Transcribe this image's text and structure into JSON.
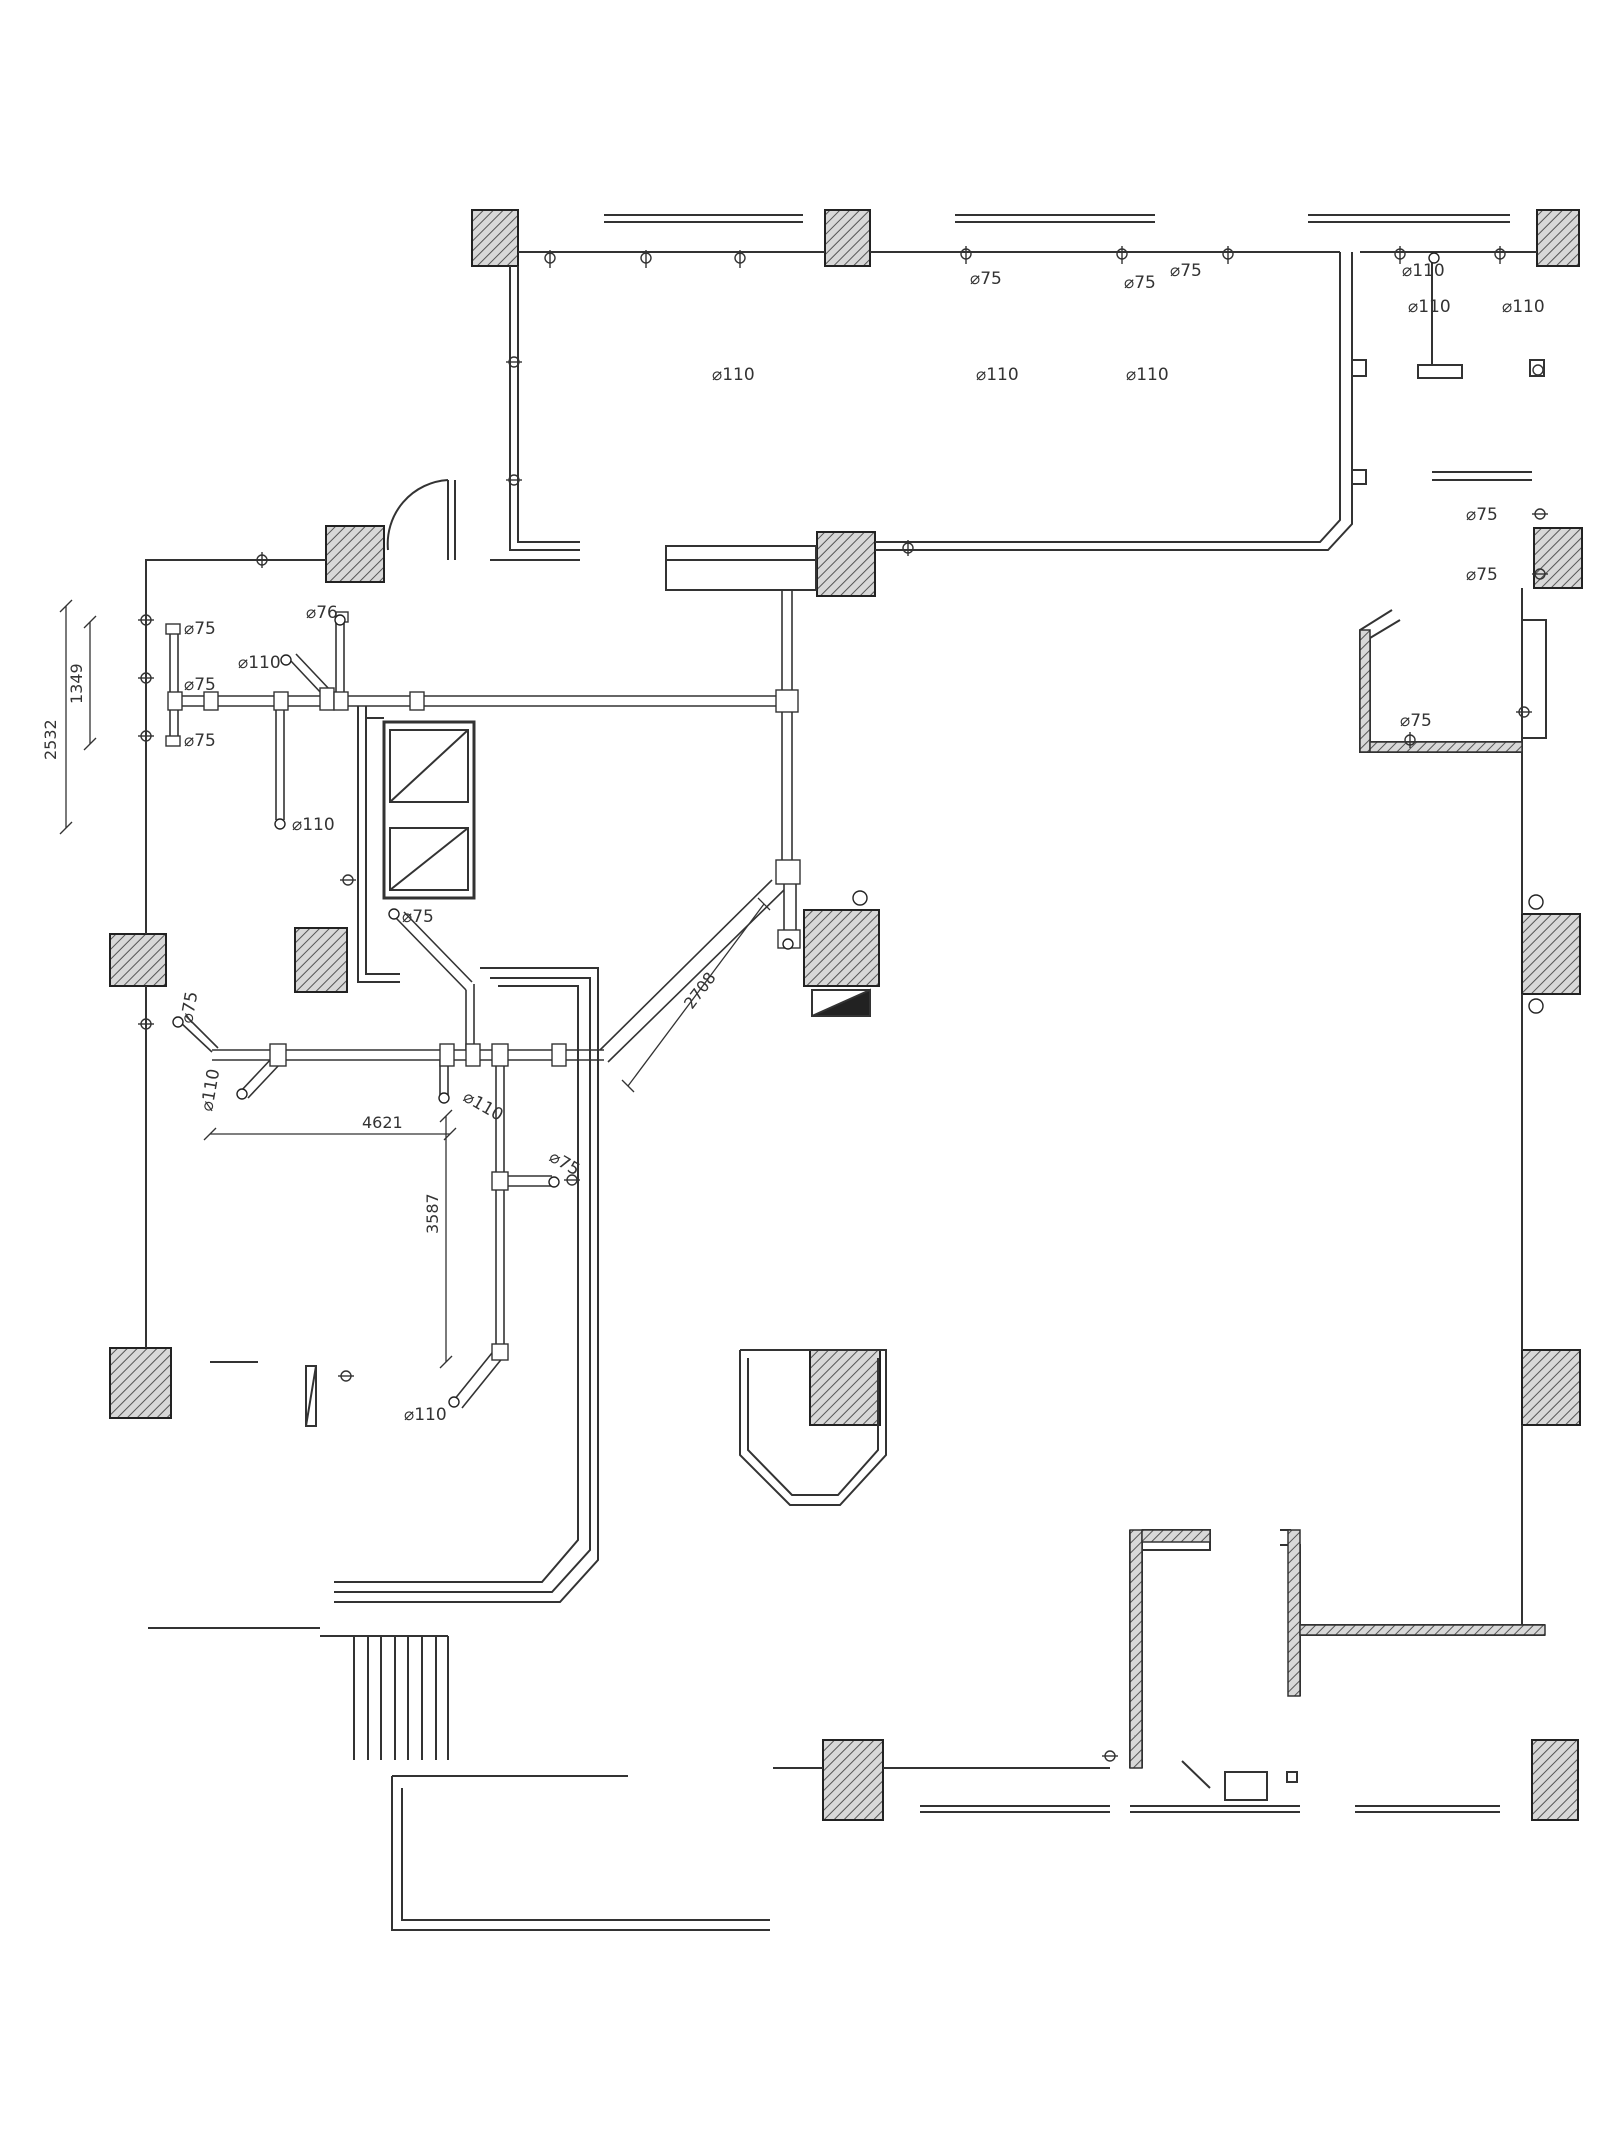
{
  "pipes": {
    "top_d75_a": "⌀75",
    "top_d75_b": "⌀75",
    "top_d75_c": "⌀75",
    "top_d110_a": "⌀110",
    "top_d110_b": "⌀110",
    "top_d110_c": "⌀110",
    "right_d110_a": "⌀110",
    "right_d110_b": "⌀110",
    "right_d110_c": "⌀110",
    "right_d75_a": "⌀75",
    "right_d75_b": "⌀75",
    "right_d75_c": "⌀75",
    "left_d75_a": "⌀75",
    "left_d75_b": "⌀75",
    "left_d75_c": "⌀75",
    "left_d110_a": "⌀110",
    "left_d110_b": "⌀110",
    "left_d76": "⌀76",
    "mid_d75": "⌀75",
    "low_d75_a": "⌀75",
    "low_d110_a": "⌀110",
    "low_d110_b": "⌀110",
    "low_d75_b": "⌀75",
    "low_d110_c": "⌀110"
  },
  "dimensions": {
    "d2532": "2532",
    "d1349": "1349",
    "d2708": "2708",
    "d4621": "4621",
    "d3587": "3587"
  }
}
